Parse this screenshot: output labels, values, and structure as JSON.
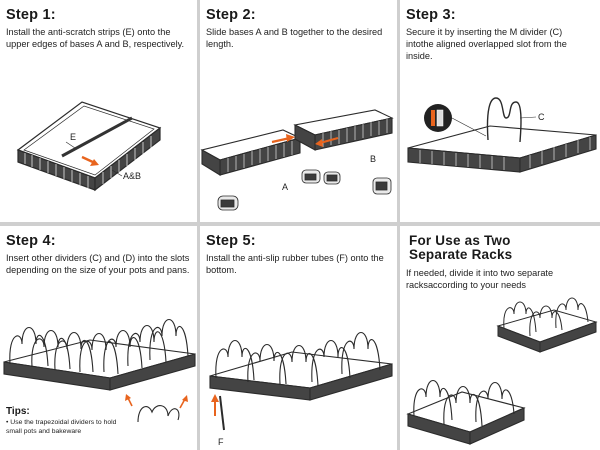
{
  "steps": [
    {
      "title": "Step 1:",
      "text": "Install the anti-scratch strips (E) onto the upper edges of bases A and B, respectively.",
      "labels": {
        "e": "E",
        "ab": "A&B"
      }
    },
    {
      "title": "Step 2:",
      "text": "Slide bases A and B together to the desired length.",
      "labels": {
        "a": "A",
        "b": "B"
      }
    },
    {
      "title": "Step 3:",
      "text": "Secure it by inserting the M divider (C) intothe aligned overlapped slot from  the inside.",
      "labels": {
        "c": "C"
      }
    },
    {
      "title": "Step 4:",
      "text": "Insert other dividers (C) and (D) into the slots depending on the size of your pots and pans.",
      "tips_title": "Tips:",
      "tips_text": "Use the trapezoidal dividers to hold small pots and bakeware"
    },
    {
      "title": "Step 5:",
      "text": "Install the anti-slip rubber tubes (F) onto the bottom.",
      "labels": {
        "f": "F"
      }
    },
    {
      "title": "For Use as Two Separate Racks",
      "text": "If needed, divide it into two separate racksaccording to your needs"
    }
  ],
  "colors": {
    "accent_arrow": "#e8641e",
    "line": "#2b2b2b",
    "panel_bg": "#ffffff",
    "divider_bg": "#cfcfcf"
  }
}
